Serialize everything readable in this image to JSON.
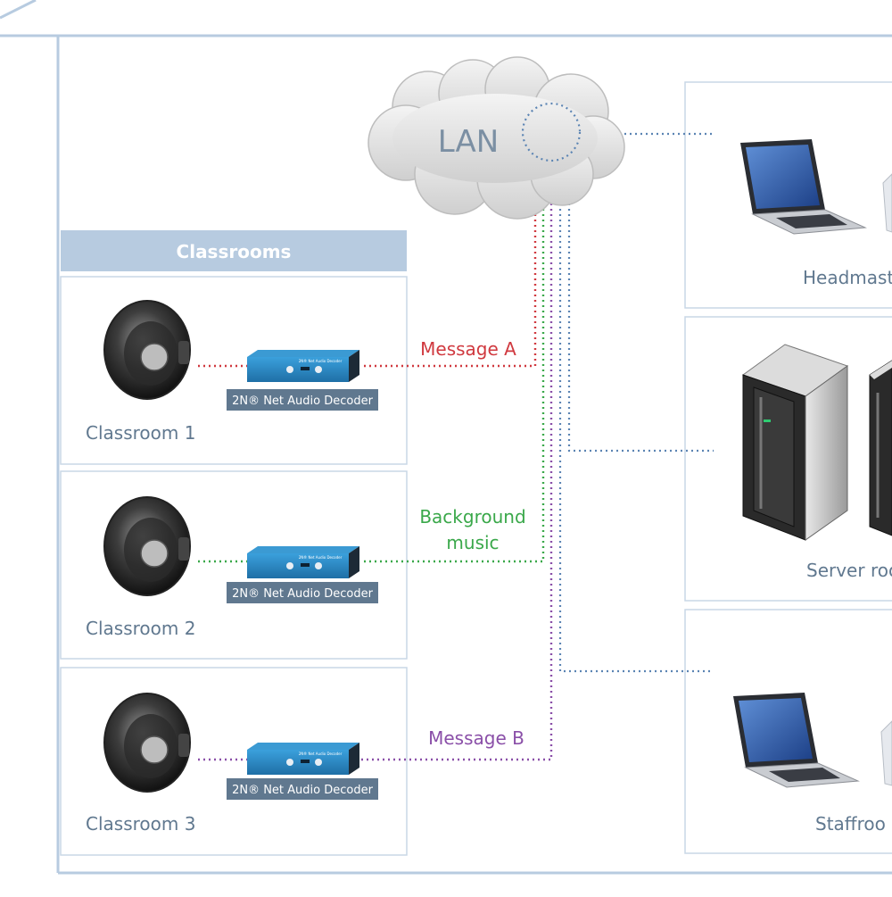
{
  "network": {
    "label": "LAN"
  },
  "classrooms_header": "Classrooms",
  "device_label": "2N® Net Audio Decoder",
  "device_faceplate": "2N® Net Audio Decoder",
  "classrooms": [
    {
      "name": "Classroom 1"
    },
    {
      "name": "Classroom 2"
    },
    {
      "name": "Classroom 3"
    }
  ],
  "streams": [
    {
      "label_lines": [
        "Message A"
      ],
      "color": "#d0393f"
    },
    {
      "label_lines": [
        "Background",
        "music"
      ],
      "color": "#3aa84a"
    },
    {
      "label_lines": [
        "Message B"
      ],
      "color": "#8a4fa8"
    }
  ],
  "rooms_right": [
    {
      "name": "Headmaster's office",
      "visible_name": "Headmast"
    },
    {
      "name": "Server room",
      "visible_name": "Server roo"
    },
    {
      "name": "Staffroom",
      "visible_name": "Staffroo"
    }
  ],
  "colors": {
    "frame": "#b7cbe0",
    "header_fill": "#b7cbe0",
    "text": "#60788f",
    "lan_link": "#5b84b3",
    "device_blue": "#2f8cc6"
  }
}
